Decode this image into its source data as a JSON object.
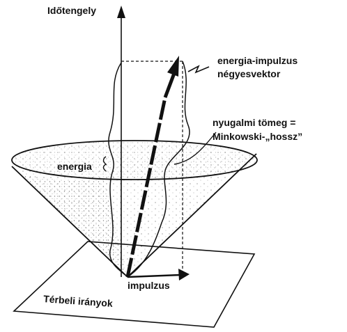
{
  "labels": {
    "time_axis": "Időtengely",
    "four_vector_line1": "energia-impulzus",
    "four_vector_line2": "négyesvektor",
    "rest_mass_line1": "nyugalmi tömeg =",
    "rest_mass_line2": "Minkowski-„hossz”",
    "energy": "energia",
    "momentum": "impulzus",
    "spatial_directions": "Térbeli irányok"
  },
  "colors": {
    "ink": "#111111",
    "background": "#ffffff"
  }
}
